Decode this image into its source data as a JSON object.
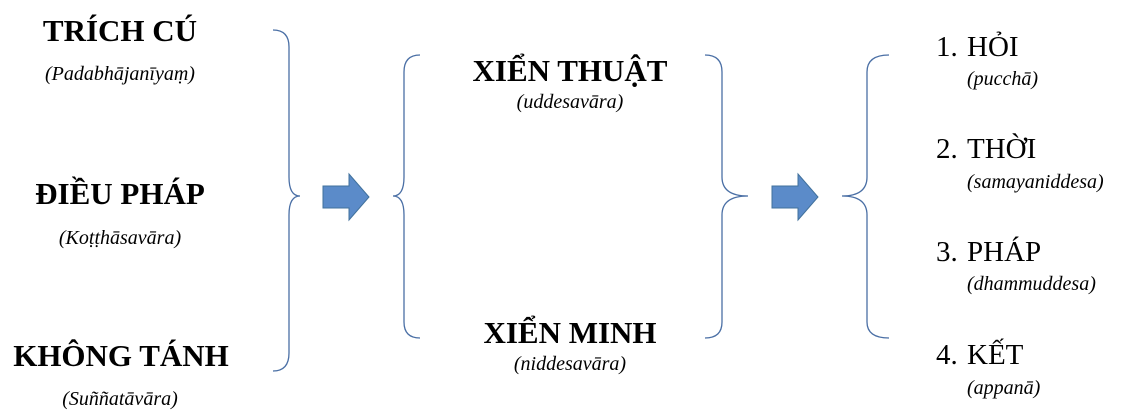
{
  "left_column": [
    {
      "term": "TRÍCH CÚ",
      "pali": "(Padabhājanīyaṃ)"
    },
    {
      "term": "ĐIỀU PHÁP",
      "pali": "(Koṭṭhāsavāra)"
    },
    {
      "term": "KHÔNG TÁNH",
      "pali": "(Suññatāvāra)"
    }
  ],
  "middle_column": [
    {
      "term": "XIỂN THUẬT",
      "pali": "(uddesavāra)"
    },
    {
      "term": "XIỂN MINH",
      "pali": "(niddesavāra)"
    }
  ],
  "right_column": [
    {
      "number": "1.",
      "term": "HỎI",
      "pali": "(pucchā)"
    },
    {
      "number": "2.",
      "term": "THỜI",
      "pali": "(samayaniddesa)"
    },
    {
      "number": "3.",
      "term": "PHÁP",
      "pali": "(dhammuddesa)"
    },
    {
      "number": "4.",
      "term": "KẾT",
      "pali": "(appanā)"
    }
  ],
  "colors": {
    "brace": "#4a6fa5",
    "arrow_fill": "#5b8bc9",
    "arrow_stroke": "#41719c"
  }
}
